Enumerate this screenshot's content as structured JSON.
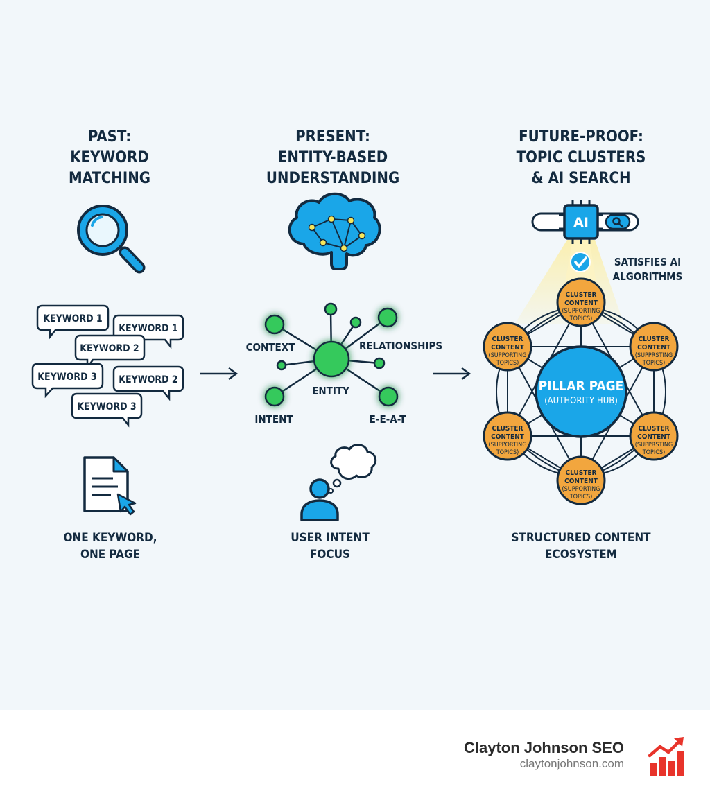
{
  "columns": {
    "past": {
      "heading": [
        "PAST:",
        "KEYWORD",
        "MATCHING"
      ],
      "bubbles": [
        "KEYWORD 1",
        "KEYWORD 1",
        "KEYWORD 2",
        "KEYWORD 3",
        "KEYWORD 2",
        "KEYWORD 3"
      ],
      "caption": [
        "ONE KEYWORD,",
        "ONE PAGE"
      ],
      "icons": [
        "magnifier-icon",
        "document-cursor-icon"
      ]
    },
    "present": {
      "heading": [
        "PRESENT:",
        "ENTITY-BASED",
        "UNDERSTANDING"
      ],
      "network": {
        "center": "ENTITY",
        "labels": [
          "CONTEXT",
          "RELATIONSHIPS",
          "INTENT",
          "E-E-A-T"
        ]
      },
      "caption": [
        "USER INTENT",
        "FOCUS"
      ],
      "icons": [
        "brain-network-icon",
        "user-thought-icon"
      ]
    },
    "future": {
      "heading": [
        "FUTURE-PROOF:",
        "TOPIC CLUSTERS",
        "& AI SEARCH"
      ],
      "ai_chip_label": "AI",
      "ai_note": [
        "SATISFIES AI",
        "ALGORITHMS"
      ],
      "pillar": [
        "PILLAR PAGE",
        "(AUTHORITY HUB)"
      ],
      "clusters": [
        [
          "CLUSTER",
          "CONTENT",
          "(SUPPORTING",
          "TOPICS)"
        ],
        [
          "CLUSTER",
          "CONTENT",
          "(SUPPORTING",
          "TOPICS)"
        ],
        [
          "CLUSTER",
          "CONTENT",
          "(SUPPRSTING",
          "TOPICS)"
        ],
        [
          "CLUSTER",
          "CONTENT",
          "(SUPPORTING",
          "TOPICS)"
        ],
        [
          "CLUSTER",
          "CONTENT",
          "(SUPPRSTING",
          "TOPICS)"
        ],
        [
          "CLUSTER",
          "CONTENT",
          "(SUPPORTING",
          "TOPICS)"
        ]
      ],
      "caption": [
        "STRUCTURED CONTENT",
        "ECOSYSTEM"
      ],
      "icons": [
        "ai-chip-search-icon",
        "check-circle-icon"
      ]
    }
  },
  "colors": {
    "navy": "#132a3f",
    "blue": "#1aa6e8",
    "green": "#35c95c",
    "orange": "#f2a63e",
    "beam": "#fbefad",
    "logo_red": "#e8342b"
  },
  "footer": {
    "brand_name": "Clayton Johnson SEO",
    "brand_url": "claytonjohnson.com",
    "logo_icon": "growth-bars-icon"
  }
}
